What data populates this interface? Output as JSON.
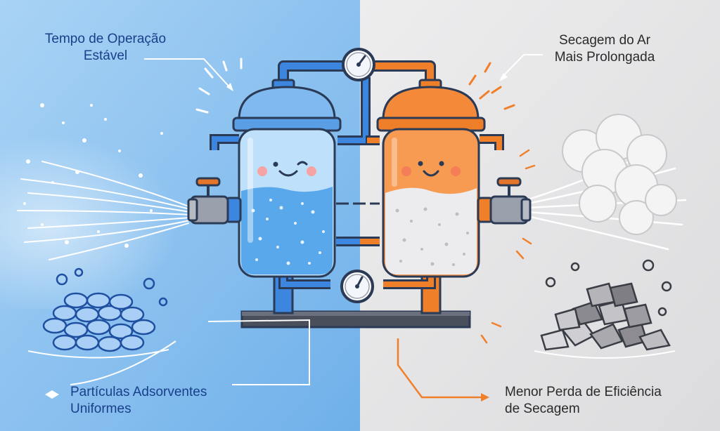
{
  "labels": {
    "top_left": [
      "Tempo de Operação",
      "Estável"
    ],
    "top_right": [
      "Secagem do Ar",
      "Mais Prolongada"
    ],
    "bottom_left": [
      "Partículas Adsorventes",
      "Uniformes"
    ],
    "bottom_right": [
      "Menor Perda de Eficiência",
      "de Secagem"
    ]
  },
  "colors": {
    "left_bg": "#8cc4f0",
    "right_bg": "#e4e4e6",
    "blue_tank": "#7fb9ef",
    "orange_tank": "#f5893a",
    "pipe_blue": "#3d86df",
    "pipe_orange": "#f07f2a",
    "outline": "#2b3a55"
  },
  "icons": [
    "pressure-gauge-icon",
    "valve-handle-icon",
    "smiley-face-icon",
    "steam-cloud-icon",
    "arrow-icon"
  ]
}
